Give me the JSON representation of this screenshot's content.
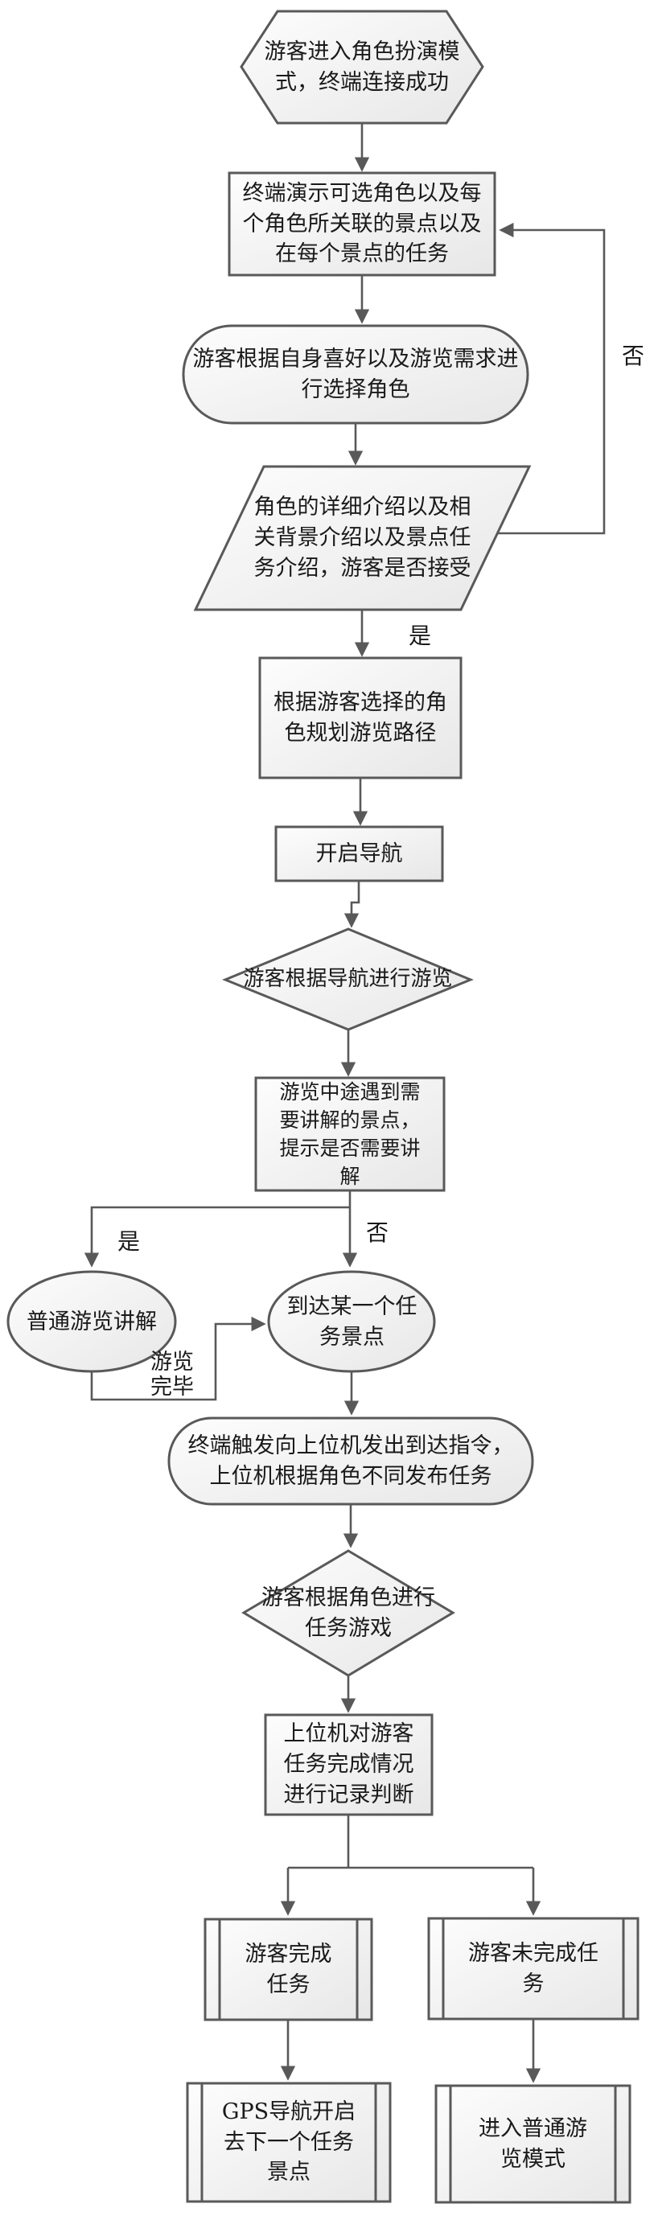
{
  "figure": {
    "type": "flowchart",
    "background_color": "#ffffff",
    "stroke_color": "#595959",
    "shape_fill_light": "#fdfdfd",
    "shape_fill_dark": "#e7e7e7",
    "text_color": "#1a1a1a"
  },
  "nodes": {
    "start": {
      "shape": "hexagon",
      "text": "游客进入角色扮演模\n式，终端连接成功"
    },
    "demo": {
      "shape": "rectangle",
      "text": "终端演示可选角色以及每\n个角色所关联的景点以及\n在每个景点的任务"
    },
    "select": {
      "shape": "stadium",
      "text": "游客根据自身喜好以及游览需求进\n行选择角色"
    },
    "intro": {
      "shape": "parallelogram",
      "text": "角色的详细介绍以及相\n关背景介绍以及景点任\n务介绍，游客是否接受"
    },
    "plan": {
      "shape": "rectangle",
      "text": "根据游客选择的角\n色规划游览路径"
    },
    "nav": {
      "shape": "rectangle",
      "text": "开启导航"
    },
    "tour": {
      "shape": "diamond",
      "text": "游客根据导航进行游览"
    },
    "prompt": {
      "shape": "rectangle",
      "text": "游览中途遇到需\n要讲解的景点，\n提示是否需要讲\n解"
    },
    "explain": {
      "shape": "ellipse",
      "text": "普通游览讲解"
    },
    "arrive": {
      "shape": "ellipse",
      "text": "到达某一个任\n务景点"
    },
    "trigger": {
      "shape": "stadium",
      "text": "终端触发向上位机发出到达指令，\n上位机根据角色不同发布任务"
    },
    "game": {
      "shape": "diamond",
      "text": "游客根据角色进行\n任务游戏"
    },
    "record": {
      "shape": "rectangle",
      "text": "上位机对游客\n任务完成情况\n进行记录判断"
    },
    "complete": {
      "shape": "predefined-process",
      "text": "游客完成\n任务"
    },
    "incomplete": {
      "shape": "predefined-process",
      "text": "游客未完成任\n务"
    },
    "gps": {
      "shape": "predefined-process",
      "text": "GPS导航开启\n去下一个任务\n景点"
    },
    "normal": {
      "shape": "predefined-process",
      "text": "进入普通游\n览模式"
    }
  },
  "labels": {
    "no_top": "否",
    "yes_top": "是",
    "yes_branch": "是",
    "no_branch": "否",
    "tour_done": "游览\n完毕"
  }
}
